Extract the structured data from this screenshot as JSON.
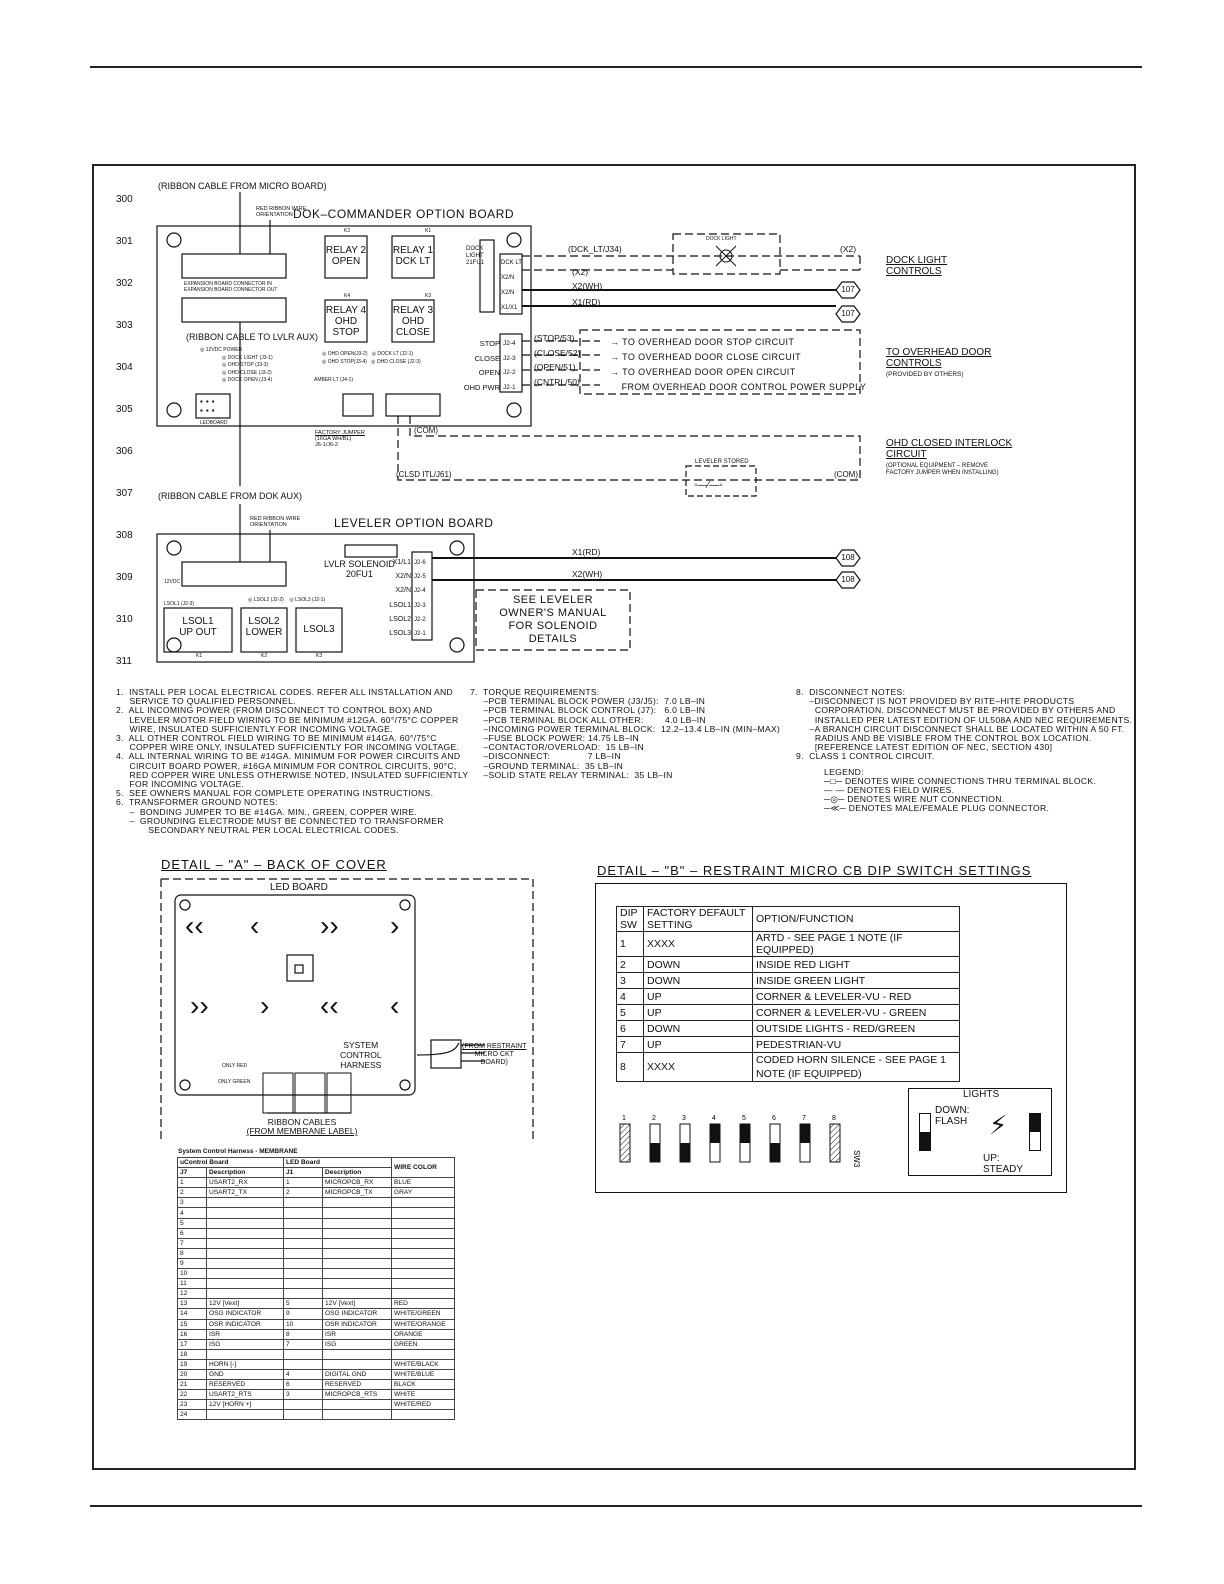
{
  "rows": [
    "300",
    "301",
    "302",
    "303",
    "304",
    "305",
    "306",
    "307",
    "308",
    "309",
    "310",
    "311"
  ],
  "dok_board": {
    "title": "DOK–COMMANDER OPTION BOARD",
    "ribbon_from_micro": "(RIBBON CABLE FROM MICRO BOARD)",
    "ribbon_to_lvlr": "(RIBBON CABLE TO LVLR AUX)",
    "red_ribbon": [
      "RED RIBBON WIRE",
      "ORIENTATION"
    ],
    "expansion": [
      "EXPANSION BOARD CONNECTOR IN",
      "EXPANSION BOARD CONNECTOR OUT"
    ],
    "relays": [
      {
        "id": "K2",
        "l1": "RELAY 2",
        "l2": "OPEN"
      },
      {
        "id": "K1",
        "l1": "RELAY 1",
        "l2": "DCK LT"
      },
      {
        "id": "K4",
        "l1": "RELAY 4",
        "l2": "OHD",
        "l3": "STOP"
      },
      {
        "id": "K3",
        "l1": "RELAY 3",
        "l2": "OHD",
        "l3": "CLOSE"
      }
    ],
    "fuse": [
      "DOCK",
      "LIGHT",
      "21FU1"
    ],
    "terminals_right": [
      "DCK LT",
      "X2/N",
      "X2/N",
      "X1/X1"
    ],
    "ohd_terminals": [
      {
        "label": "STOP",
        "pin": "J2-4",
        "wire": "(STOP/53)"
      },
      {
        "label": "CLOSE",
        "pin": "J2-3",
        "wire": "(CLOSE/52)"
      },
      {
        "label": "OPEN",
        "pin": "J2-2",
        "wire": "(OPEN/51)"
      },
      {
        "label": "OHD PWR",
        "pin": "J2-1",
        "wire": "(CNTRL/50)"
      }
    ],
    "leds_left": [
      "12VDC POWER",
      "DOCK LIGHT (J3-1)",
      "OHD STOP (J3-3)",
      "OHD CLOSE (J3-2)",
      "DOCK OPEN (J3-4)"
    ],
    "leds_mid": [
      "OHD OPEN(J3-2)",
      "OHD STOP(J3-4)",
      "DOCK LT (J2-1)",
      "OHD CLOSE (J2-3)"
    ],
    "j3": "LEDBOARD",
    "amber": "AMBER LT (J4-1)",
    "factory_jumper": [
      "FACTORY JUMPER",
      "(16GA WH/BL)",
      "J6-1/J6-2"
    ],
    "wire_labels": [
      "(DCK_LT/J34)",
      "(X2)",
      "(X2)",
      "X2(WH)",
      "X1(RD)",
      "(COM)",
      "(CLSD ITL/J61)",
      "(COM)"
    ],
    "dock_light": "DOCK LIGHT",
    "node_107": "107",
    "dock_light_controls": [
      "DOCK LIGHT",
      "CONTROLS"
    ],
    "ohd_lines": [
      "TO OVERHEAD DOOR STOP CIRCUIT",
      "TO OVERHEAD DOOR CLOSE CIRCUIT",
      "TO OVERHEAD DOOR OPEN CIRCUIT",
      "FROM OVERHEAD DOOR CONTROL POWER SUPPLY"
    ],
    "to_ohd": [
      "TO OVERHEAD DOOR",
      "CONTROLS",
      "(PROVIDED BY OTHERS)"
    ],
    "interlock": [
      "OHD CLOSED INTERLOCK",
      "CIRCUIT",
      "(OPTIONAL EQUIPMENT – REMOVE",
      "FACTORY JUMPER WHEN INSTALLING)"
    ],
    "leveler_stored": "LEVELER STORED"
  },
  "lvl_board": {
    "title": "LEVELER OPTION BOARD",
    "ribbon_from_dok": "(RIBBON CABLE FROM DOK AUX)",
    "red_ribbon": [
      "RED RIBBON WIRE",
      "ORIENTATION"
    ],
    "solenoid": [
      "LVLR SOLENOID",
      "20FU1"
    ],
    "terminals": [
      {
        "label": "X1/L1",
        "pin": "J2-6"
      },
      {
        "label": "X2/N",
        "pin": "J2-5"
      },
      {
        "label": "X2/N",
        "pin": "J2-4"
      },
      {
        "label": "LSOL1",
        "pin": "J2-3"
      },
      {
        "label": "LSOL2",
        "pin": "J2-2"
      },
      {
        "label": "LSOL3",
        "pin": "J2-1"
      }
    ],
    "wires": [
      "X1(RD)",
      "X2(WH)"
    ],
    "node_108": "108",
    "see_manual": [
      "SEE LEVELER",
      "OWNER'S MANUAL",
      "FOR SOLENOID",
      "DETAILS"
    ],
    "relays": [
      {
        "id": "K1",
        "l1": "LSOL1",
        "l2": "UP OUT"
      },
      {
        "id": "K2",
        "l1": "LSOL2",
        "l2": "LOWER"
      },
      {
        "id": "K3",
        "l1": "LSOL3",
        "l2": ""
      }
    ],
    "leds": [
      "12VDC",
      "LSOL1 (J2-3)",
      "LSOL2 (J2-2)",
      "LSOL3 (J2-1)"
    ]
  },
  "notes_left": [
    "1.  INSTALL PER LOCAL ELECTRICAL CODES. REFER ALL INSTALLATION AND",
    "     SERVICE TO QUALIFIED PERSONNEL.",
    "2.  ALL INCOMING POWER (FROM DISCONNECT TO CONTROL BOX) AND",
    "     LEVELER MOTOR FIELD WIRING TO BE MINIMUM #12GA. 60°/75°C COPPER",
    "     WIRE, INSULATED SUFFICIENTLY FOR INCOMING VOLTAGE.",
    "3.  ALL OTHER CONTROL FIELD WIRING TO BE MINIMUM #14GA. 60°/75°C",
    "     COPPER WIRE ONLY, INSULATED SUFFICIENTLY FOR INCOMING VOLTAGE.",
    "4.  ALL INTERNAL WIRING TO BE #14GA. MINIMUM FOR POWER CIRCUITS AND",
    "     CIRCUIT BOARD POWER, #16GA MINIMUM FOR CONTROL CIRCUITS, 90°C,",
    "     RED COPPER WIRE UNLESS OTHERWISE NOTED, INSULATED SUFFICIENTLY",
    "     FOR INCOMING VOLTAGE.",
    "5.  SEE OWNERS MANUAL FOR COMPLETE OPERATING INSTRUCTIONS.",
    "6.  TRANSFORMER GROUND NOTES:",
    "     –  BONDING JUMPER TO BE #14GA. MIN., GREEN, COPPER WIRE.",
    "     –  GROUNDING ELECTRODE MUST BE CONNECTED TO TRANSFORMER",
    "            SECONDARY NEUTRAL PER LOCAL ELECTRICAL CODES."
  ],
  "notes_mid": [
    "7.  TORQUE REQUIREMENTS:",
    "     –PCB TERMINAL BLOCK POWER (J3/J5):  7.0 LB–IN",
    "     –PCB TERMINAL BLOCK CONTROL (J7):   6.0 LB–IN",
    "     –PCB TERMINAL BLOCK ALL OTHER:        4.0 LB–IN",
    "     –INCOMING POWER TERMINAL BLOCK:  12.2–13.4 LB–IN (MIN–MAX)",
    "     –FUSE BLOCK POWER: 14.75 LB–IN",
    "     –CONTACTOR/OVERLOAD:  15 LB–IN",
    "     –DISCONNECT:              7 LB–IN",
    "     –GROUND TERMINAL:  35 LB–IN",
    "     –SOLID STATE RELAY TERMINAL:  35 LB–IN"
  ],
  "notes_right": [
    "8.  DISCONNECT NOTES:",
    "     –DISCONNECT IS NOT PROVIDED BY RITE–HITE PRODUCTS",
    "       CORPORATION. DISCONNECT MUST BE PROVIDED BY OTHERS AND",
    "       INSTALLED PER LATEST EDITION OF UL508A AND NEC REQUIREMENTS.",
    "     –A BRANCH CIRCUIT DISCONNECT SHALL BE LOCATED WITHIN A 50 FT.",
    "       RADIUS AND BE VISIBLE FROM THE CONTROL BOX LOCATION.",
    "       [REFERENCE LATEST EDITION OF NEC, SECTION 430]",
    "9.  CLASS 1 CONTROL CIRCUIT."
  ],
  "legend": {
    "title": "LEGEND:",
    "items": [
      "DENOTES WIRE CONNECTIONS THRU TERMINAL BLOCK.",
      "DENOTES FIELD WIRES.",
      "DENOTES WIRE NUT CONNECTION.",
      "DENOTES MALE/FEMALE PLUG CONNECTOR."
    ]
  },
  "detail_a": {
    "title": "DETAIL – \"A\" – BACK OF COVER",
    "led_board": "LED BOARD",
    "harness": [
      "SYSTEM",
      "CONTROL",
      "HARNESS"
    ],
    "from_restraint": [
      "(FROM RESTRAINT",
      "MICRO CKT",
      "BOARD)"
    ],
    "only_red": "ONLY RED",
    "only_green": "ONLY GREEN",
    "ribbon": [
      "RIBBON CABLES",
      "(FROM MEMBRANE LABEL)"
    ]
  },
  "harness_table": {
    "title": "System Control Harness - MEMBRANE",
    "groups": [
      "uControl Board",
      "LED Board",
      "WIRE COLOR"
    ],
    "cols": [
      "J7",
      "Description",
      "J1",
      "Description"
    ],
    "rows": [
      [
        "1",
        "USART2_RX",
        "1",
        "MICROPCB_RX",
        "BLUE"
      ],
      [
        "2",
        "USART2_TX",
        "2",
        "MICROPCB_TX",
        "GRAY"
      ],
      [
        "3",
        "",
        "",
        "",
        ""
      ],
      [
        "4",
        "",
        "",
        "",
        ""
      ],
      [
        "5",
        "",
        "",
        "",
        ""
      ],
      [
        "6",
        "",
        "",
        "",
        ""
      ],
      [
        "7",
        "",
        "",
        "",
        ""
      ],
      [
        "8",
        "",
        "",
        "",
        ""
      ],
      [
        "9",
        "",
        "",
        "",
        ""
      ],
      [
        "10",
        "",
        "",
        "",
        ""
      ],
      [
        "11",
        "",
        "",
        "",
        ""
      ],
      [
        "12",
        "",
        "",
        "",
        ""
      ],
      [
        "13",
        "12V [Vext]",
        "5",
        "12V [Vext]",
        "RED"
      ],
      [
        "14",
        "OSG INDICATOR",
        "9",
        "OSG INDICATOR",
        "WHITE/GREEN"
      ],
      [
        "15",
        "OSR INDICATOR",
        "10",
        "OSR INDICATOR",
        "WHITE/ORANGE"
      ],
      [
        "16",
        "ISR",
        "8",
        "ISR",
        "ORANGE"
      ],
      [
        "17",
        "ISG",
        "7",
        "ISG",
        "GREEN"
      ],
      [
        "18",
        "",
        "",
        "",
        ""
      ],
      [
        "19",
        "HORN [-]",
        "",
        "",
        "WHITE/BLACK"
      ],
      [
        "20",
        "GND",
        "4",
        "DIGITAL GND",
        "WHITE/BLUE"
      ],
      [
        "21",
        "RESERVED",
        "6",
        "RESERVED",
        "BLACK"
      ],
      [
        "22",
        "USART2_RTS",
        "3",
        "MICROPCB_RTS",
        "WHITE"
      ],
      [
        "23",
        "12V [HORN +]",
        "",
        "",
        "WHITE/RED"
      ],
      [
        "24",
        "",
        "",
        "",
        ""
      ]
    ]
  },
  "detail_b": {
    "title": "DETAIL – \"B\" – RESTRAINT MICRO CB DIP SWITCH SETTINGS",
    "headers": [
      "DIP SW",
      "FACTORY DEFAULT SETTING",
      "OPTION/FUNCTION"
    ],
    "rows": [
      [
        "1",
        "XXXX",
        "ARTD - SEE PAGE 1 NOTE (IF EQUIPPED)"
      ],
      [
        "2",
        "DOWN",
        "INSIDE RED LIGHT"
      ],
      [
        "3",
        "DOWN",
        "INSIDE GREEN LIGHT"
      ],
      [
        "4",
        "UP",
        "CORNER & LEVELER-VU - RED"
      ],
      [
        "5",
        "UP",
        "CORNER & LEVELER-VU - GREEN"
      ],
      [
        "6",
        "DOWN",
        "OUTSIDE LIGHTS - RED/GREEN"
      ],
      [
        "7",
        "UP",
        "PEDESTRIAN-VU"
      ],
      [
        "8",
        "XXXX",
        "CODED HORN SILENCE - SEE PAGE 1 NOTE (IF EQUIPPED)"
      ]
    ],
    "switch_nums": [
      "1",
      "2",
      "3",
      "4",
      "5",
      "6",
      "7",
      "8"
    ],
    "sw_label": "SW3",
    "lights": {
      "title": "LIGHTS",
      "down": "DOWN:",
      "flash": "FLASH",
      "up": "UP:",
      "steady": "STEADY"
    }
  }
}
